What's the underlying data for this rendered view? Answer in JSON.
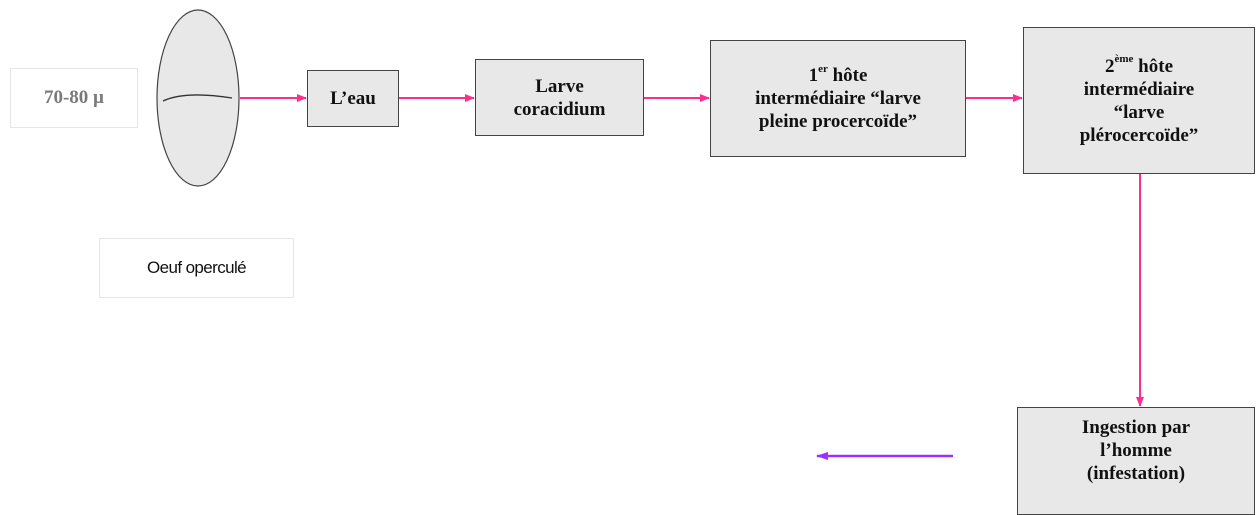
{
  "egg": {
    "size_label": "70-80 µ",
    "caption": "Oeuf operculé"
  },
  "stages": {
    "water": {
      "label": "L’eau"
    },
    "coracidium": {
      "line1": "Larve",
      "line2": "coracidium"
    },
    "first_host": {
      "ordinal_num": "1",
      "ordinal_sup": "er",
      "line1_rest": " hôte",
      "line2": "intermédiaire “larve",
      "line3": "pleine procercoïde”"
    },
    "second_host": {
      "ordinal_num": "2",
      "ordinal_sup": "ème",
      "line1_rest": " hôte",
      "line2": "intermédiaire",
      "line3": "“larve",
      "line4": "plérocercoïde”"
    },
    "ingestion": {
      "line1": "Ingestion par",
      "line2": "l’homme",
      "line3": "(infestation)"
    }
  },
  "colors": {
    "flow_arrow": "#ff2d8f",
    "return_arrow": "#9b30ff",
    "box_fill": "#e8e8e8",
    "box_border": "#444444"
  }
}
